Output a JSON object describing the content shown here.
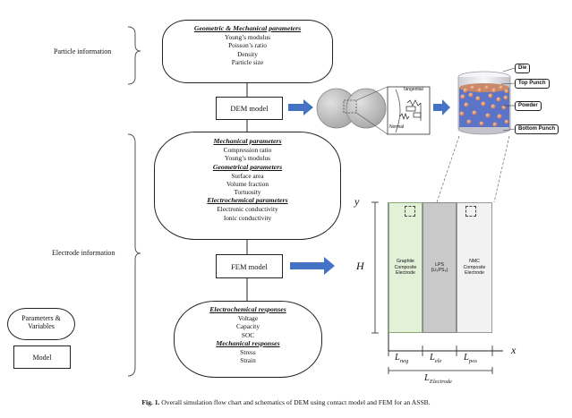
{
  "side_labels": {
    "particle_info": "Particle information",
    "electrode_info": "Electrode information"
  },
  "legend": {
    "terminator_label_1": "Parameters &",
    "terminator_label_2": "Variables",
    "process_label": "Model"
  },
  "top_box": {
    "header": "Geometric & Mechanical parameters",
    "items": [
      "Young’s modulus",
      "Poisson’s ratio",
      "Density",
      "Particle size"
    ]
  },
  "dem_model": "DEM model",
  "contact_inset": {
    "tangential": "Tangential",
    "normal": "Normal"
  },
  "die_tags": [
    "Die",
    "Top Punch",
    "Powder",
    "Bottom Punch"
  ],
  "middle_box": {
    "sections": [
      {
        "header": "Mechanical parameters",
        "items": [
          "Compression ratio",
          "Young’s modulus"
        ]
      },
      {
        "header": "Geometrical parameters",
        "items": [
          "Surface area",
          "Volume fraction",
          "Tortuosity"
        ]
      },
      {
        "header": "Electrochemical parameters",
        "items": [
          "Electronic conductivity",
          "Ionic conductivity"
        ]
      }
    ]
  },
  "fem_model": "FEM model",
  "bottom_box": {
    "sections": [
      {
        "header": "Electrochemical responses",
        "items": [
          "Voltage",
          "Capacity",
          "SOC"
        ]
      },
      {
        "header": "Mechanical responses",
        "items": [
          "Stress",
          "Strain"
        ]
      }
    ]
  },
  "electrode_schematic": {
    "y_axis": "y",
    "x_axis": "x",
    "height": "H",
    "graphite": [
      "Graphite",
      "Composite",
      "Electrode"
    ],
    "lps": [
      "LPS",
      "(Li₃PS₄)"
    ],
    "nmc": [
      "NMC",
      "Composite",
      "Electrode"
    ],
    "l_neg": "L",
    "l_neg_sub": "neg",
    "l_ele": "L",
    "l_ele_sub": "ele",
    "l_pos": "L",
    "l_pos_sub": "pos",
    "l_total": "L",
    "l_total_sub": "Electrode",
    "colors": {
      "graphite": "#e3f1d9",
      "lps": "#c9c9c9",
      "nmc": "#f2f2f2"
    }
  },
  "caption": {
    "label": "Fig. 1.",
    "text": " Overall simulation flow chart and schematics of DEM using contact model and FEM for an ASSB."
  }
}
